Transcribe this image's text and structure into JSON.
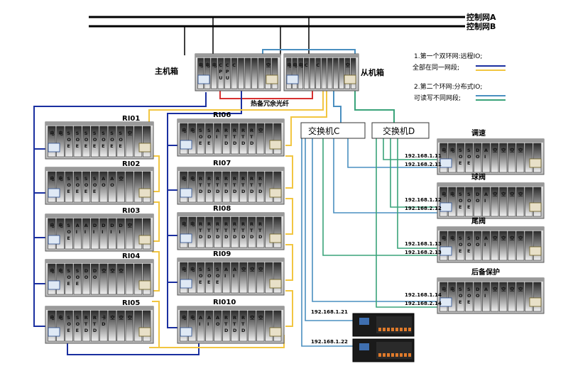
{
  "network": {
    "bus_a": "控制网A",
    "bus_b": "控制网B"
  },
  "chassis": {
    "master": "主机箱",
    "slave": "从机箱",
    "hot_standby": "热备冗余光纤",
    "master_modules": [
      "电",
      "电",
      "电",
      "C P U",
      "C P U",
      "C",
      "",
      "",
      "",
      "",
      "空"
    ],
    "slave_modules": [
      "电",
      "电",
      "电",
      "C",
      "",
      "C",
      "",
      "",
      "",
      "",
      "空"
    ]
  },
  "legend": {
    "item1_line1": "1.第一个双环网:远程IO;",
    "item1_line2": "全部在同一网段;",
    "item2_line1": "2.第二个环网:分布式IO;",
    "item2_line2": "可读写不同网段;"
  },
  "switches": {
    "c": "交换机C",
    "d": "交换机D"
  },
  "rio_left": [
    {
      "name": "RI01",
      "modules": [
        "电",
        "电",
        "S O E",
        "S O E",
        "S O E",
        "S O E",
        "S O E",
        "S O E",
        "S O E",
        "空"
      ]
    },
    {
      "name": "RI02",
      "modules": [
        "电",
        "电",
        "S O E",
        "S O E",
        "S O E",
        "S O E",
        "A O",
        "A O",
        "空"
      ]
    },
    {
      "name": "RI03",
      "modules": [
        "电",
        "电",
        "S O E",
        "A I",
        "A I",
        "D I",
        "D I",
        "D I",
        "D I",
        "空"
      ]
    },
    {
      "name": "RI04",
      "modules": [
        "电",
        "电",
        "S O E",
        "S O E",
        "D O",
        "D O",
        "空",
        "空",
        "空"
      ]
    },
    {
      "name": "RI05",
      "modules": [
        "电",
        "电",
        "S O E",
        "S O E",
        "R T D",
        "R T D",
        "卡 D",
        "空",
        "空",
        "空"
      ]
    }
  ],
  "rio_right": [
    {
      "name": "RI06",
      "modules": [
        "电",
        "电",
        "S O E",
        "S O E",
        "A I",
        "R T D",
        "R T D",
        "R T D",
        "R T D",
        "空"
      ]
    },
    {
      "name": "RI07",
      "modules": [
        "电",
        "电",
        "R T D",
        "R T D",
        "R T D",
        "R T D",
        "R T D",
        "R T D",
        "R T D",
        "R T D"
      ]
    },
    {
      "name": "RI08",
      "modules": [
        "电",
        "电",
        "R T D",
        "R T D",
        "R T D",
        "R T D",
        "R T D",
        "R T D",
        "R T D",
        "R T D"
      ]
    },
    {
      "name": "RI09",
      "modules": [
        "电",
        "电",
        "S O E",
        "S O E",
        "S O E",
        "A I",
        "A I",
        "空",
        "空",
        "空"
      ]
    },
    {
      "name": "RI010",
      "modules": [
        "电",
        "电",
        "A I",
        "A I",
        "A O",
        "R T D",
        "R T D",
        "R T D",
        "空",
        "空"
      ]
    }
  ],
  "dio": [
    {
      "name": "调速",
      "ip1": "192.168.1.11",
      "ip2": "192.168.2.11",
      "modules": [
        "电",
        "电",
        "S O E",
        "S O E",
        "D O",
        "A I",
        "空",
        "空",
        "空",
        "空"
      ]
    },
    {
      "name": "球阀",
      "ip1": "192.168.1.12",
      "ip2": "192.168.2.12",
      "modules": [
        "电",
        "电",
        "S O E",
        "S O E",
        "D O",
        "A I",
        "空",
        "空",
        "空",
        "空"
      ]
    },
    {
      "name": "尾阀",
      "ip1": "192.168.1.13",
      "ip2": "192.168.2.13",
      "modules": [
        "电",
        "电",
        "S O E",
        "S O E",
        "D O",
        "A I",
        "空",
        "空",
        "空",
        "空"
      ]
    },
    {
      "name": "后备保护",
      "ip1": "192.168.1.14",
      "ip2": "192.168.2.14",
      "modules": [
        "电",
        "电",
        "S O E",
        "S O E",
        "D O",
        "A I",
        "空",
        "空",
        "空",
        "空"
      ]
    }
  ],
  "plc": [
    {
      "ip": "192.168.1.21"
    },
    {
      "ip": "192.168.1.22"
    }
  ],
  "colors": {
    "ring1_primary": "#1a2fa0",
    "ring1_secondary": "#f2c641",
    "ring2_primary": "#4a8fc0",
    "ring2_secondary": "#3aa37a",
    "net_link": "#5aa98a",
    "hot_standby": "#d63030",
    "bus": "#000000"
  }
}
